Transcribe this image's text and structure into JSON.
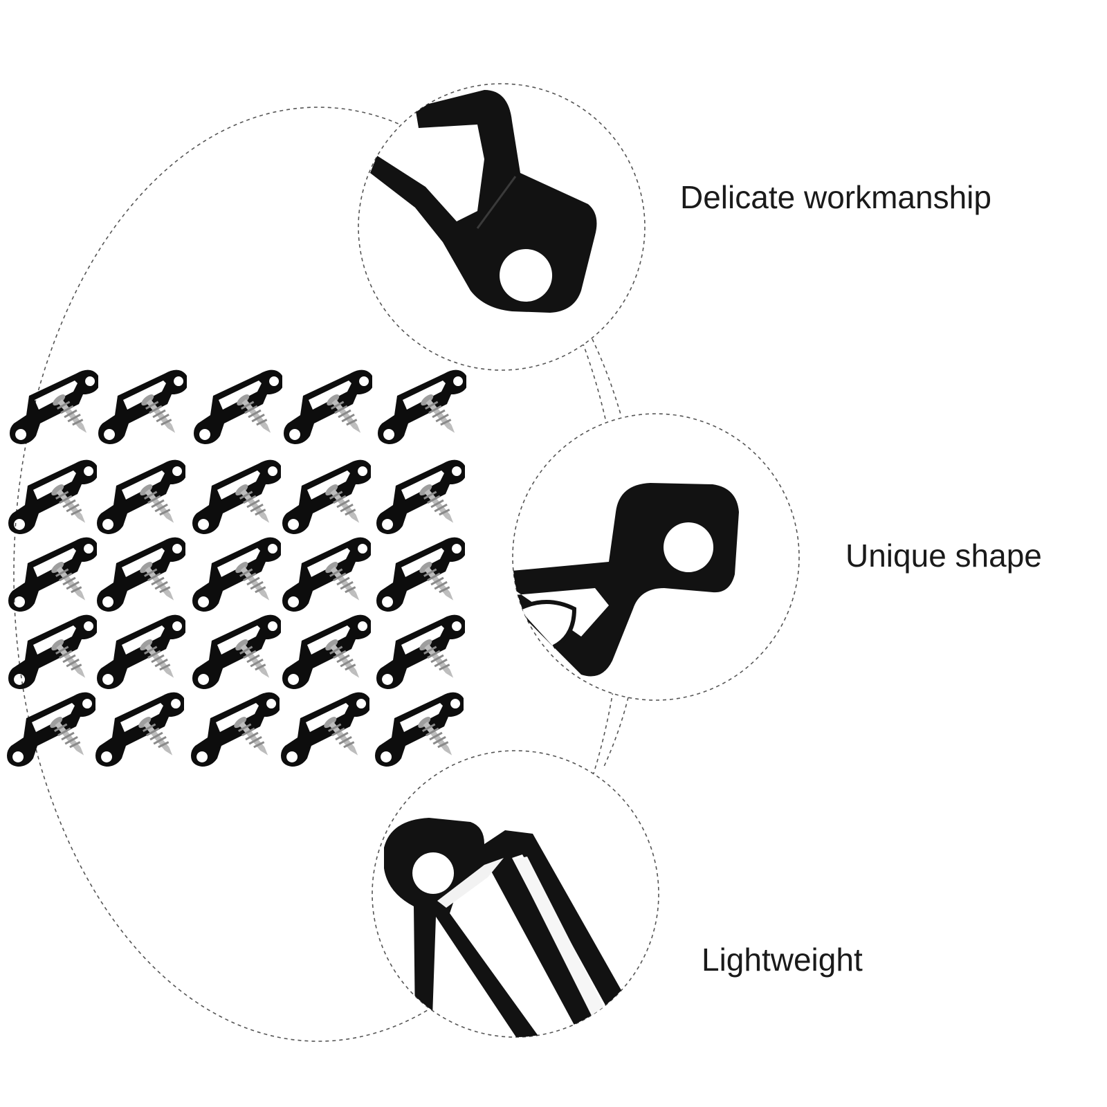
{
  "product": {
    "grid": {
      "rows": 5,
      "columns": 5,
      "bracket_color": "#0d0d0d",
      "screw_color": "#b9b9b9"
    }
  },
  "features": [
    {
      "id": "workmanship",
      "label": "Delicate workmanship",
      "icon": "bracket-hole-closeup"
    },
    {
      "id": "shape",
      "label": "Unique shape",
      "icon": "bracket-bend-closeup"
    },
    {
      "id": "weight",
      "label": "Lightweight",
      "icon": "bracket-strap-closeup"
    }
  ],
  "colors": {
    "background": "#ffffff",
    "outline": "#555555",
    "metal": "#111111",
    "text": "#1a1a1a"
  }
}
